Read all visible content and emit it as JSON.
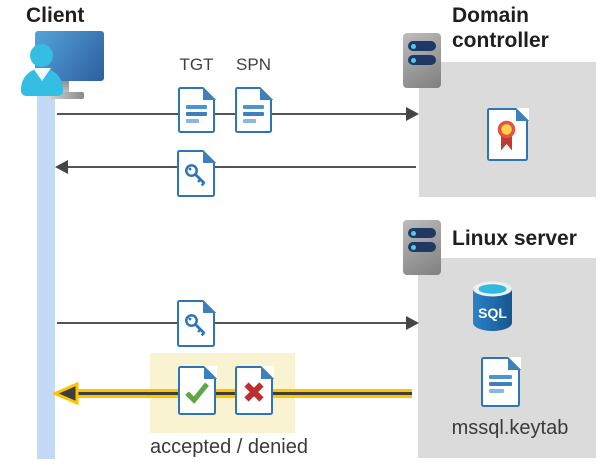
{
  "diagram": {
    "client": {
      "label": "Client"
    },
    "domain_controller": {
      "label": "Domain controller"
    },
    "linux_server": {
      "label": "Linux server",
      "sql_label": "SQL",
      "keytab_label": "mssql.keytab"
    },
    "tickets": {
      "tgt": "TGT",
      "spn": "SPN"
    },
    "result_caption": "accepted / denied"
  },
  "colors": {
    "doc_border_blue": "#2E75B6",
    "timeline_blue": "#C3D9F5",
    "server_box_gray": "#DBDBDB",
    "highlight_yellow_bg": "#FAF3D2",
    "arrow_yellow": "#FFC400",
    "arrow_gray": "#545454",
    "check_green": "#5DA843",
    "cross_red": "#BE2E2E",
    "sql_cylinder_blue": "#1E6FB4",
    "person_cyan": "#34BEE3"
  }
}
